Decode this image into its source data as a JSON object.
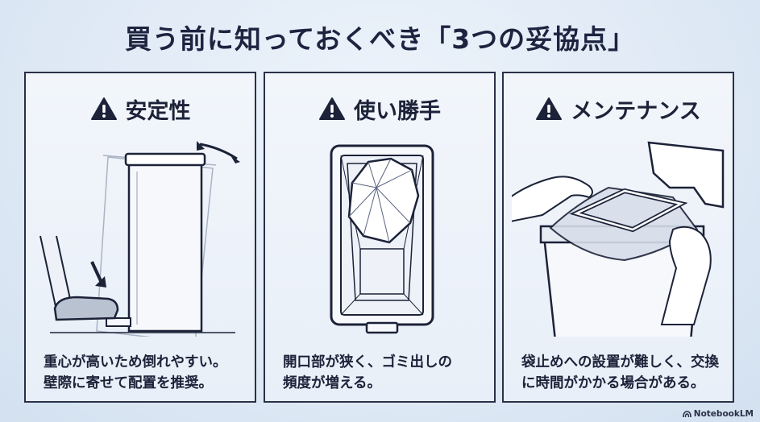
{
  "title": "買う前に知っておくべき「3つの妥協点」",
  "panels": [
    {
      "icon": "warning-icon",
      "title": "安定性",
      "lines": [
        "重心が高いため倒れやすい。",
        "壁際に寄せて配置を推奨。"
      ]
    },
    {
      "icon": "warning-icon",
      "title": "使い勝手",
      "lines": [
        "開口部が狭く、ゴミ出しの",
        "頻度が増える。"
      ]
    },
    {
      "icon": "warning-icon",
      "title": "メンテナンス",
      "lines": [
        "袋止めへの設置が難しく、交換",
        "に時間がかかる場合がある。"
      ]
    }
  ],
  "brand": "NotebookLM",
  "colors": {
    "ink": "#1c2238",
    "background": "#dfe9f5",
    "panel": "#eef3fa"
  }
}
